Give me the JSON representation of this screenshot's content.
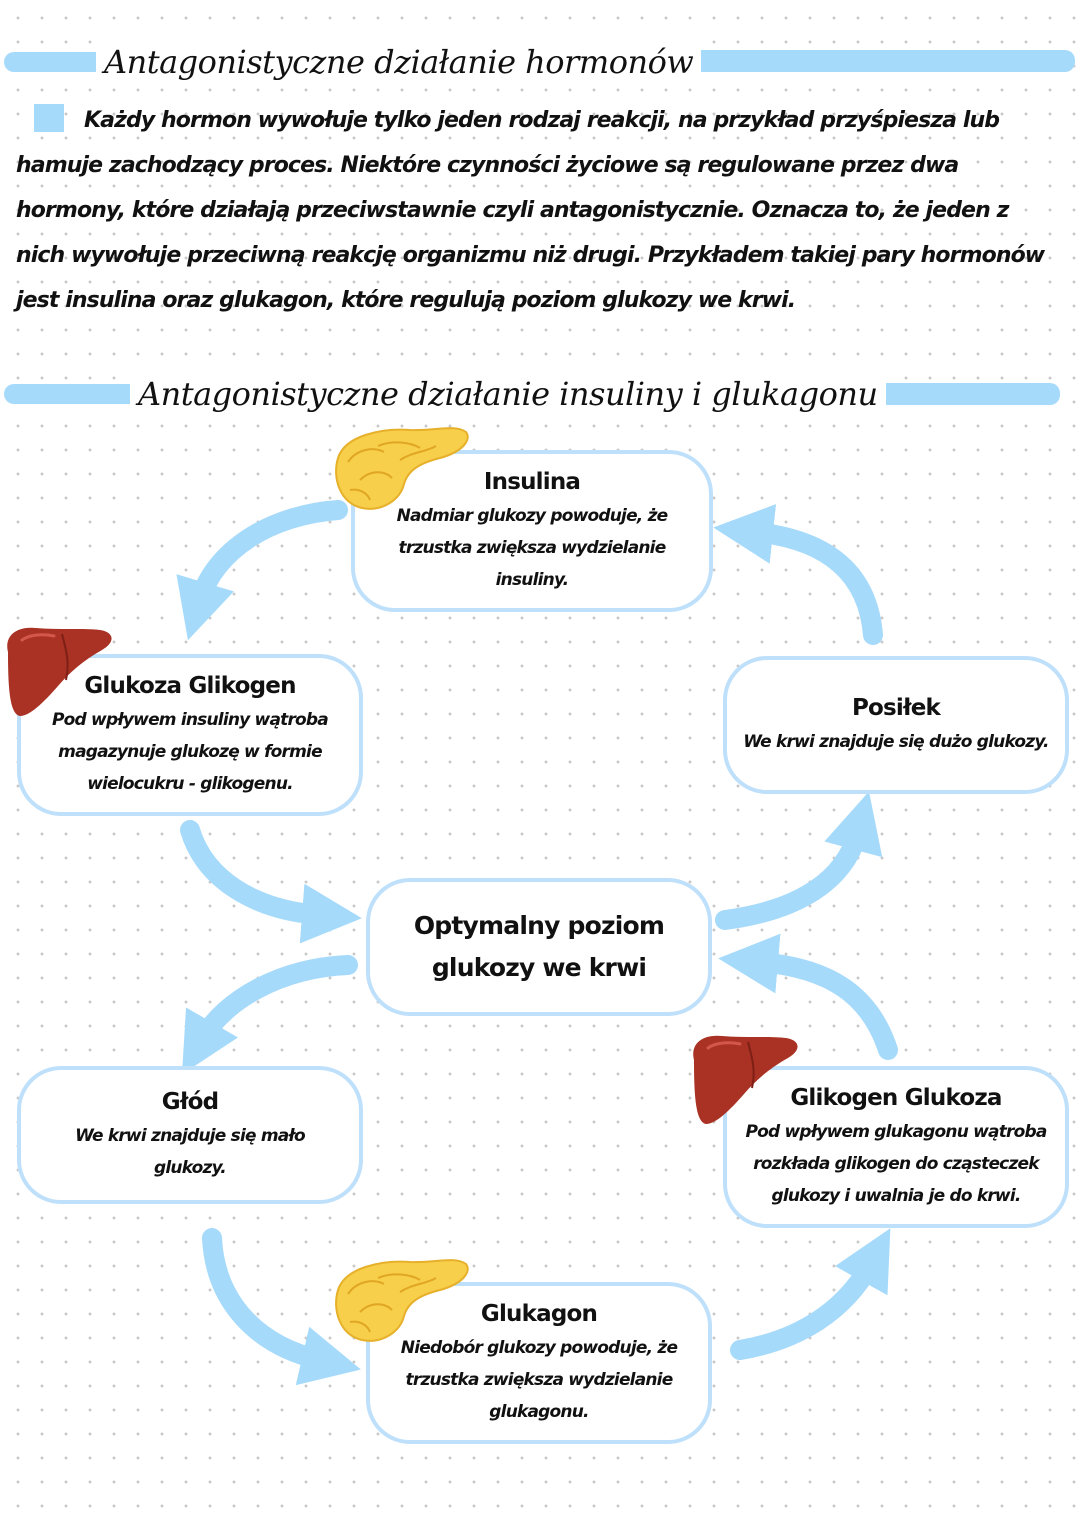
{
  "section1": {
    "heading": "Antagonistyczne działanie hormonów",
    "paragraph": "Każdy hormon wywołuje tylko jeden rodzaj reakcji, na przykład przyśpiesza lub hamuje zachodzący proces. Niektóre czynności życiowe są regulowane przez dwa hormony, które działają przeciwstawnie czyli antagonistycznie. Oznacza to, że jeden z nich wywołuje przeciwną reakcję organizmu niż drugi. Przykładem takiej pary hormonów jest insulina oraz glukagon, które regulują poziom glukozy we krwi."
  },
  "section2": {
    "heading": "Antagonistyczne działanie insuliny i glukagonu"
  },
  "cycle": {
    "insulina": {
      "title": "Insulina",
      "text": "Nadmiar glukozy powoduje, że trzustka zwiększa wydzielanie insuliny."
    },
    "glukoza_glikogen": {
      "title": "Glukoza Glikogen",
      "text": "Pod wpływem insuliny wątroba magazynuje glukozę w formie wielocukru - glikogenu."
    },
    "posilek": {
      "title": "Posiłek",
      "text": "We krwi znajduje się dużo glukozy."
    },
    "optymalny": {
      "title_line1": "Optymalny poziom",
      "title_line2": "glukozy we krwi"
    },
    "glod": {
      "title": "Głód",
      "text": "We krwi znajduje się mało glukozy."
    },
    "glikogen_glukoza": {
      "title": "Glikogen Glukoza",
      "text": "Pod wpływem glukagonu wątroba rozkłada glikogen do cząsteczek glukozy i uwalnia je do krwi."
    },
    "glukagon": {
      "title": "Glukagon",
      "text": "Niedobór glukozy powoduje, że trzustka zwiększa wydzielanie glukagonu."
    }
  },
  "icons": {
    "pancreas": "pancreas-icon",
    "liver": "liver-icon"
  },
  "colors": {
    "accent_blue": "#a6dafb",
    "box_border": "#bfe0fb",
    "pancreas_fill": "#f7cf4a",
    "liver_fill": "#a93224"
  }
}
